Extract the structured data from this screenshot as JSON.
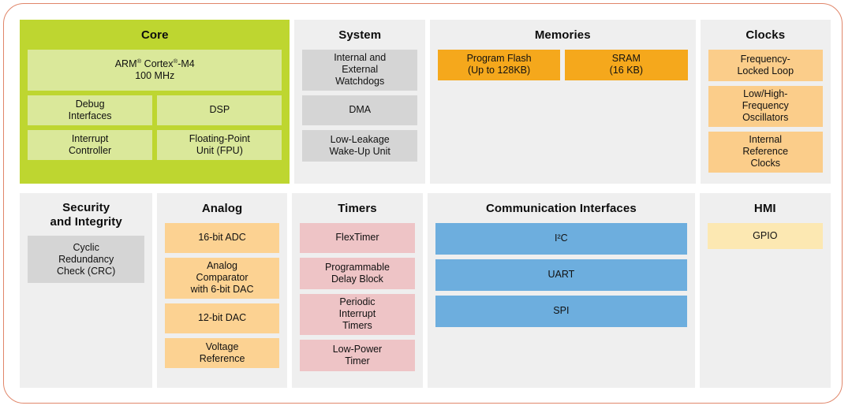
{
  "diagram": {
    "frame_border_color": "#e0866a",
    "background_color": "#ffffff",
    "panel_background": "#efefef"
  },
  "panels": {
    "core": {
      "title": "Core",
      "accent_color": "#bed630",
      "tile_color": "#dae89a",
      "tiles": {
        "cpu_line1": "ARM",
        "cpu_line1_mark": "®",
        "cpu_line1_mid": " Cortex",
        "cpu_line1_mark2": "®",
        "cpu_line1_end": "-M4",
        "cpu_line2": "100 MHz",
        "debug": "Debug\nInterfaces",
        "dsp": "DSP",
        "interrupt": "Interrupt\nController",
        "fpu": "Floating-Point\nUnit (FPU)"
      }
    },
    "system": {
      "title": "System",
      "tile_color": "#d5d5d5",
      "tiles": [
        "Internal and\nExternal\nWatchdogs",
        "DMA",
        "Low-Leakage\nWake-Up Unit"
      ]
    },
    "memories": {
      "title": "Memories",
      "tile_color": "#f5a81c",
      "tiles": [
        "Program Flash\n(Up to 128KB)",
        "SRAM\n(16 KB)"
      ]
    },
    "clocks": {
      "title": "Clocks",
      "tile_color": "#fbcd8a",
      "tiles": [
        "Frequency-\nLocked Loop",
        "Low/High-\nFrequency\nOscillators",
        "Internal\nReference\nClocks"
      ]
    },
    "security": {
      "title": "Security\nand Integrity",
      "tile_color": "#d5d5d5",
      "tiles": [
        "Cyclic\nRedundancy\nCheck (CRC)"
      ]
    },
    "analog": {
      "title": "Analog",
      "tile_color": "#fcd292",
      "tiles": [
        "16-bit ADC",
        "Analog\nComparator\nwith 6-bit DAC",
        "12-bit DAC",
        "Voltage\nReference"
      ]
    },
    "timers": {
      "title": "Timers",
      "tile_color": "#eec4c6",
      "tiles": [
        "FlexTimer",
        "Programmable\nDelay Block",
        "Periodic\nInterrupt\nTimers",
        "Low-Power\nTimer"
      ]
    },
    "communication": {
      "title": "Communication Interfaces",
      "tile_color": "#6daede",
      "tiles": [
        "I²C",
        "UART",
        "SPI"
      ]
    },
    "hmi": {
      "title": "HMI",
      "tile_color": "#fce8b2",
      "tiles": [
        "GPIO"
      ]
    }
  }
}
